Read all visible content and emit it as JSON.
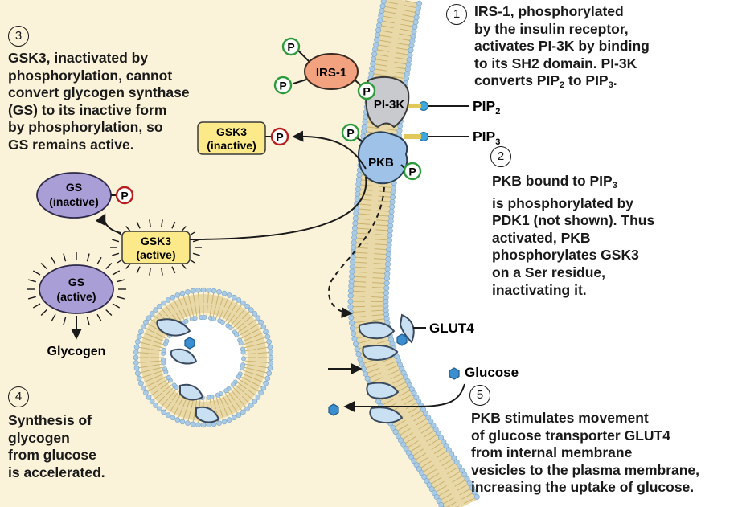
{
  "labels": {
    "irs1": "IRS-1",
    "pi3k": "PI-3K",
    "pkb": "PKB",
    "p": "P",
    "pip2_base": "PIP",
    "pip2_sub": "2",
    "pip3_base": "PIP",
    "pip3_sub": "3",
    "gsk3_inactive": [
      "GSK3",
      "(inactive)"
    ],
    "gsk3_active": [
      "GSK3",
      "(active)"
    ],
    "gs_inactive": [
      "GS",
      "(inactive)"
    ],
    "gs_active": [
      "GS",
      "(active)"
    ],
    "glycogen": "Glycogen",
    "glut4": "GLUT4",
    "glucose": "Glucose"
  },
  "notes": {
    "n1": {
      "number": "1",
      "lines": [
        "IRS-1, phosphorylated",
        "by the insulin receptor,",
        "activates PI-3K by binding",
        "to its SH2 domain. PI-3K",
        "converts PIP{2} to PIP{3}."
      ]
    },
    "n2": {
      "number": "2",
      "lines": [
        "PKB bound to PIP{3}",
        "is phosphorylated by",
        "PDK1 (not shown). Thus",
        "activated, PKB",
        "phosphorylates GSK3",
        "on a Ser residue,",
        "inactivating it."
      ]
    },
    "n3": {
      "number": "3",
      "lines": [
        "GSK3, inactivated by",
        "phosphorylation, cannot",
        "convert glycogen synthase",
        "(GS) to its inactive form",
        "by phosphorylation, so",
        "GS remains active."
      ]
    },
    "n4": {
      "number": "4",
      "lines": [
        "Synthesis of",
        "glycogen",
        "from glucose",
        "is accelerated."
      ]
    },
    "n5": {
      "number": "5",
      "lines": [
        "PKB stimulates movement",
        "of glucose transporter GLUT4",
        "from internal membrane",
        "vesicles to the plasma membrane,",
        "increasing the uptake of glucose."
      ]
    }
  },
  "colors": {
    "cytoplasm": "#fbf3d9",
    "membrane_head": "#a9cbe6",
    "membrane_core": "#ead9a8",
    "irs1": "#f2a27e",
    "pi3k": "#c8cace",
    "pkb": "#9fc3e8",
    "gsk3": "#fbe98a",
    "gs": "#a99ed6",
    "phospho_active": "#2f9a3c",
    "phospho_inactive": "#b81e1e",
    "glut4": "#c9e0f3",
    "glucose": "#3b8fd1",
    "lipid_anchor": "#3fa7df"
  }
}
